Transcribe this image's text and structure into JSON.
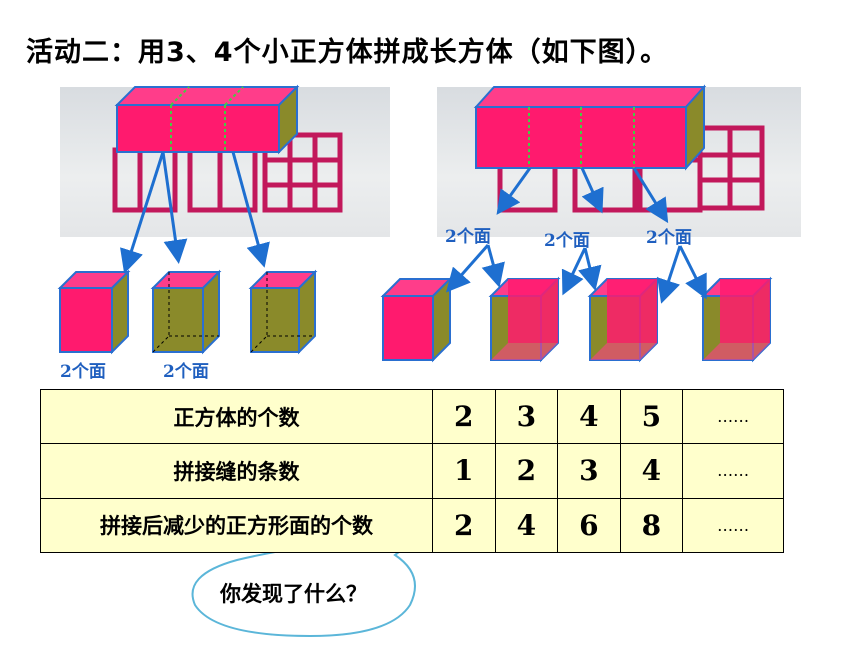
{
  "title": "活动二：用3、4个小正方体拼成长方体（如下图）。",
  "left_labels": [
    "2个面",
    "2个面"
  ],
  "right_labels": [
    "2个面",
    "2个面",
    "2个面"
  ],
  "table": {
    "rows": [
      {
        "label": "正方体的个数",
        "values": [
          "2",
          "3",
          "4",
          "5"
        ],
        "more": "……"
      },
      {
        "label": "拼接缝的条数",
        "values": [
          "1",
          "2",
          "3",
          "4"
        ],
        "more": "……"
      },
      {
        "label": "拼接后减少的正方形面的个数",
        "values": [
          "2",
          "4",
          "6",
          "8"
        ],
        "more": "……"
      }
    ]
  },
  "bubble_text": "你发现了什么？",
  "colors": {
    "cube": "#ff1a6e",
    "face": "#8a8a2a",
    "arrow": "#1e6fd0",
    "table_bg": "#ffffcc",
    "seam": "#44cc44"
  }
}
